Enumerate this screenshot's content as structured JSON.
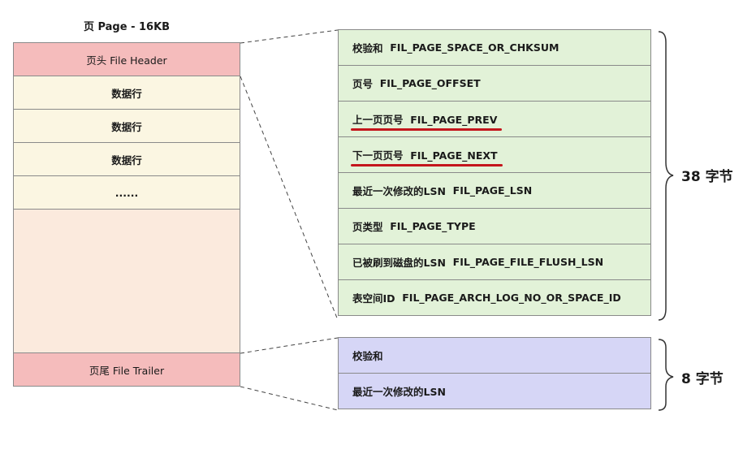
{
  "title": "页 Page - 16KB",
  "page_layout": {
    "file_header": "页头 File Header",
    "rows": [
      "数据行",
      "数据行",
      "数据行",
      "......"
    ],
    "file_trailer": "页尾 File Trailer"
  },
  "file_header_fields": [
    {
      "cn": "校验和",
      "name": "FIL_PAGE_SPACE_OR_CHKSUM"
    },
    {
      "cn": "页号",
      "name": "FIL_PAGE_OFFSET"
    },
    {
      "cn": "上一页页号",
      "name": "FIL_PAGE_PREV"
    },
    {
      "cn": "下一页页号",
      "name": "FIL_PAGE_NEXT"
    },
    {
      "cn": "最近一次修改的LSN",
      "name": "FIL_PAGE_LSN"
    },
    {
      "cn": "页类型",
      "name": "FIL_PAGE_TYPE"
    },
    {
      "cn": "已被刷到磁盘的LSN",
      "name": "FIL_PAGE_FILE_FLUSH_LSN"
    },
    {
      "cn": "表空间ID",
      "name": "FIL_PAGE_ARCH_LOG_NO_OR_SPACE_ID"
    }
  ],
  "file_trailer_fields": [
    "校验和",
    "最近一次修改的LSN"
  ],
  "header_size_label": "38 字节",
  "trailer_size_label": "8 字节",
  "colors": {
    "header_trailer": "#f5bcbc",
    "data_rows": "#fbf6e2",
    "header_fields": "#e2f2d8",
    "trailer_fields": "#d6d6f6",
    "underline": "#c4161c"
  }
}
